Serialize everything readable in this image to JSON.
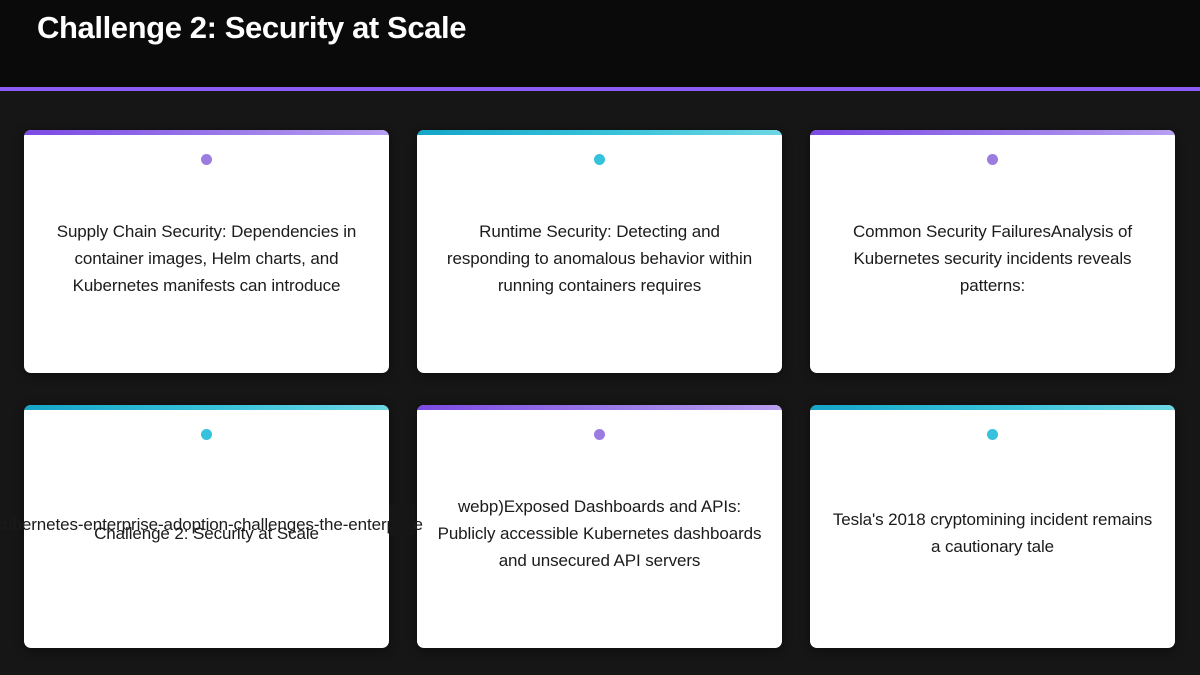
{
  "header": {
    "title": "Challenge 2: Security at Scale",
    "accent_color": "#8b5cf6",
    "background_color": "#0a0a0a"
  },
  "page": {
    "background_color": "#161616"
  },
  "cards": [
    {
      "accent": "purple",
      "accent_gradient_from": "#7c4ae4",
      "accent_gradient_to": "#b79ff0",
      "dot_color": "#9b7ce0",
      "dot_icon": "bullet-dot-icon",
      "text": "Supply Chain Security: Dependencies in container images, Helm charts, and Kubernetes manifests can introduce"
    },
    {
      "accent": "teal",
      "accent_gradient_from": "#14a5c8",
      "accent_gradient_to": "#6ed6e4",
      "dot_color": "#35c2dc",
      "dot_icon": "bullet-dot-icon",
      "text": "Runtime Security: Detecting and responding to anomalous behavior within running containers requires"
    },
    {
      "accent": "purple",
      "accent_gradient_from": "#7c4ae4",
      "accent_gradient_to": "#b79ff0",
      "dot_color": "#9b7ce0",
      "dot_icon": "bullet-dot-icon",
      "text": "Common Security FailuresAnalysis of Kubernetes security incidents reveals patterns:"
    },
    {
      "accent": "teal",
      "accent_gradient_from": "#14a5c8",
      "accent_gradient_to": "#6ed6e4",
      "dot_color": "#35c2dc",
      "dot_icon": "bullet-dot-icon",
      "text": "Challenge 2: Security at Scale",
      "overflow_text": "/kubernetes-enterprise-adoption-challenges-the-enterprise"
    },
    {
      "accent": "purple",
      "accent_gradient_from": "#7c4ae4",
      "accent_gradient_to": "#b79ff0",
      "dot_color": "#9b7ce0",
      "dot_icon": "bullet-dot-icon",
      "text": "webp)Exposed Dashboards and APIs: Publicly accessible Kubernetes dashboards and unsecured API servers"
    },
    {
      "accent": "teal",
      "accent_gradient_from": "#14a5c8",
      "accent_gradient_to": "#6ed6e4",
      "dot_color": "#35c2dc",
      "dot_icon": "bullet-dot-icon",
      "text": "Tesla's 2018 cryptomining incident remains a cautionary tale"
    }
  ]
}
